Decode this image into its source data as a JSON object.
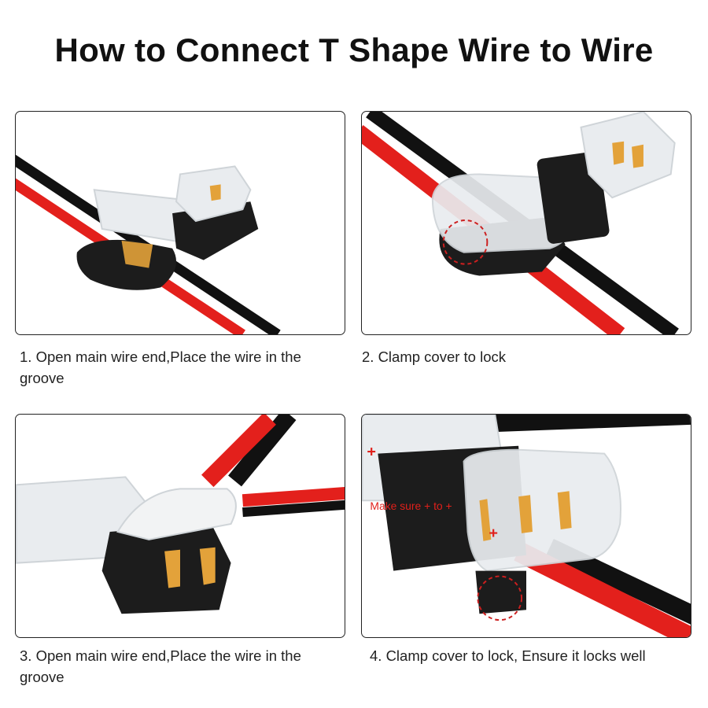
{
  "title": "How to Connect T Shape Wire to Wire",
  "steps": [
    {
      "caption": "1. Open main wire end,Place the wire in the groove"
    },
    {
      "caption": "2. Clamp cover to lock"
    },
    {
      "caption": "3. Open main wire end,Place the wire in the groove"
    },
    {
      "caption": "4. Clamp cover to lock, Ensure it locks well"
    }
  ],
  "annotations": {
    "plus_sign": "+",
    "make_sure": "Make sure + to +"
  },
  "colors": {
    "wire_red": "#e3201c",
    "wire_black": "#111111",
    "housing_black": "#1c1c1c",
    "cover_clear": "#e9ecef",
    "contact_gold": "#e3a23a",
    "highlight_red": "#cc1f1f"
  }
}
